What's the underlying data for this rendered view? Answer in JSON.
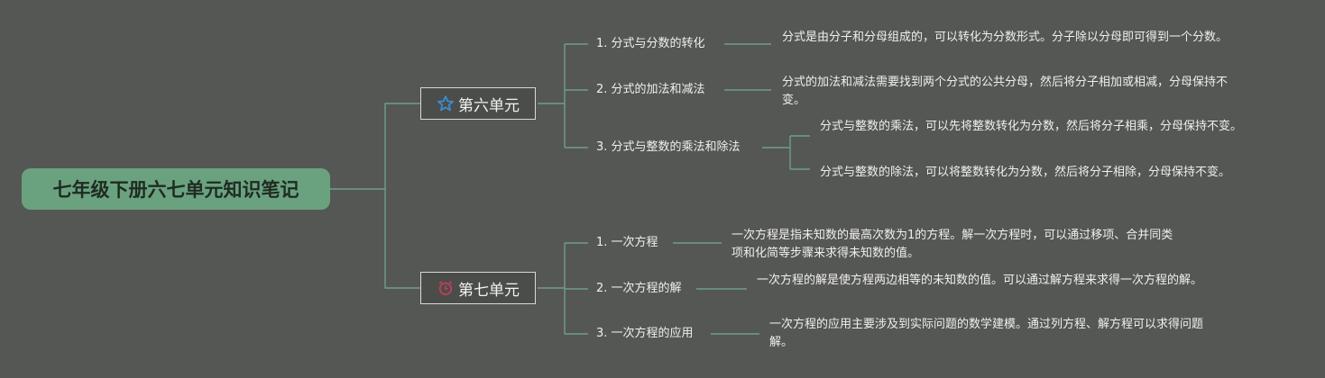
{
  "root": {
    "title": "七年级下册六七单元知识笔记"
  },
  "units": [
    {
      "label": "第六单元",
      "icon": "star-outline-icon",
      "icon_color": "#3d8fd6",
      "topics": [
        {
          "label": "1. 分式与分数的转化",
          "notes": [
            "分式是由分子和分母组成的，可以转化为分数形式。分子除以分母即可得到一个分数。"
          ]
        },
        {
          "label": "2. 分式的加法和减法",
          "notes": [
            "分式的加法和减法需要找到两个分式的公共分母，然后将分子相加或相减，分母保持不变。"
          ]
        },
        {
          "label": "3. 分式与整数的乘法和除法",
          "notes": [
            "分式与整数的乘法，可以先将整数转化为分数，然后将分子相乘，分母保持不变。",
            "分式与整数的除法，可以将整数转化为分数，然后将分子相除，分母保持不变。"
          ]
        }
      ]
    },
    {
      "label": "第七单元",
      "icon": "alarm-clock-icon",
      "icon_color": "#d03a5a",
      "topics": [
        {
          "label": "1. 一次方程",
          "notes": [
            "一次方程是指未知数的最高次数为1的方程。解一次方程时，可以通过移项、合并同类项和化简等步骤来求得未知数的值。"
          ]
        },
        {
          "label": "2. 一次方程的解",
          "notes": [
            "一次方程的解是使方程两边相等的未知数的值。可以通过解方程来求得一次方程的解。"
          ]
        },
        {
          "label": "3. 一次方程的应用",
          "notes": [
            "一次方程的应用主要涉及到实际问题的数学建模。通过列方程、解方程可以求得问题解。"
          ]
        }
      ]
    }
  ]
}
